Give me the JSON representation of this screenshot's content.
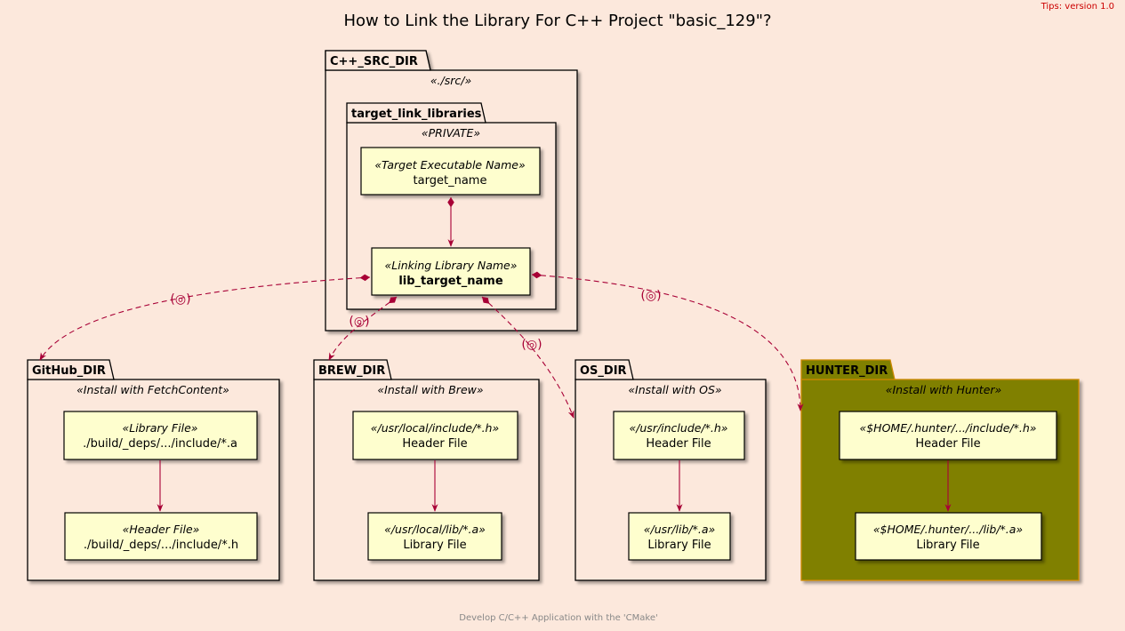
{
  "title": "How to Link the Library For C++ Project \"basic_129\"?",
  "tips": "Tips: version 1.0",
  "footer": "Develop C/C++ Application with the 'CMake'",
  "colors": {
    "background": "#fce8dc",
    "package_fill": "#fce8dc",
    "node_fill": "#fefece",
    "arrow": "#a80036",
    "hunter_fill": "#808000",
    "hunter_border": "#cc8800",
    "hunter_tab": "#c8a000"
  },
  "packages": {
    "src": {
      "label": "C++_SRC_DIR",
      "stereotype": "«./src/»"
    },
    "tll": {
      "label": "target_link_libraries",
      "stereotype": "«PRIVATE»"
    },
    "github": {
      "label": "GitHub_DIR",
      "stereotype": "«Install with FetchContent»"
    },
    "brew": {
      "label": "BREW_DIR",
      "stereotype": "«Install with Brew»"
    },
    "os": {
      "label": "OS_DIR",
      "stereotype": "«Install with OS»"
    },
    "hunter": {
      "label": "HUNTER_DIR",
      "stereotype": "«Install with Hunter»"
    }
  },
  "nodes": {
    "target": {
      "stereotype": "«Target Executable Name»",
      "name": "target_name"
    },
    "lib": {
      "stereotype": "«Linking Library Name»",
      "name": "lib_target_name"
    },
    "gh_lib": {
      "stereotype": "«Library File»",
      "name": "./build/_deps/.../include/*.a"
    },
    "gh_hdr": {
      "stereotype": "«Header File»",
      "name": "./build/_deps/.../include/*.h"
    },
    "brew_hdr": {
      "stereotype": "«/usr/local/include/*.h»",
      "name": "Header File"
    },
    "brew_lib": {
      "stereotype": "«/usr/local/lib/*.a»",
      "name": "Library File"
    },
    "os_hdr": {
      "stereotype": "«/usr/include/*.h»",
      "name": "Header File"
    },
    "os_lib": {
      "stereotype": "«/usr/lib/*.a»",
      "name": "Library File"
    },
    "hunter_hdr": {
      "stereotype": "«$HOME/.hunter/.../include/*.h»",
      "name": "Header File"
    },
    "hunter_lib": {
      "stereotype": "«$HOME/.hunter/.../lib/*.a»",
      "name": "Library File"
    }
  },
  "interface_glyph": "(◎)"
}
